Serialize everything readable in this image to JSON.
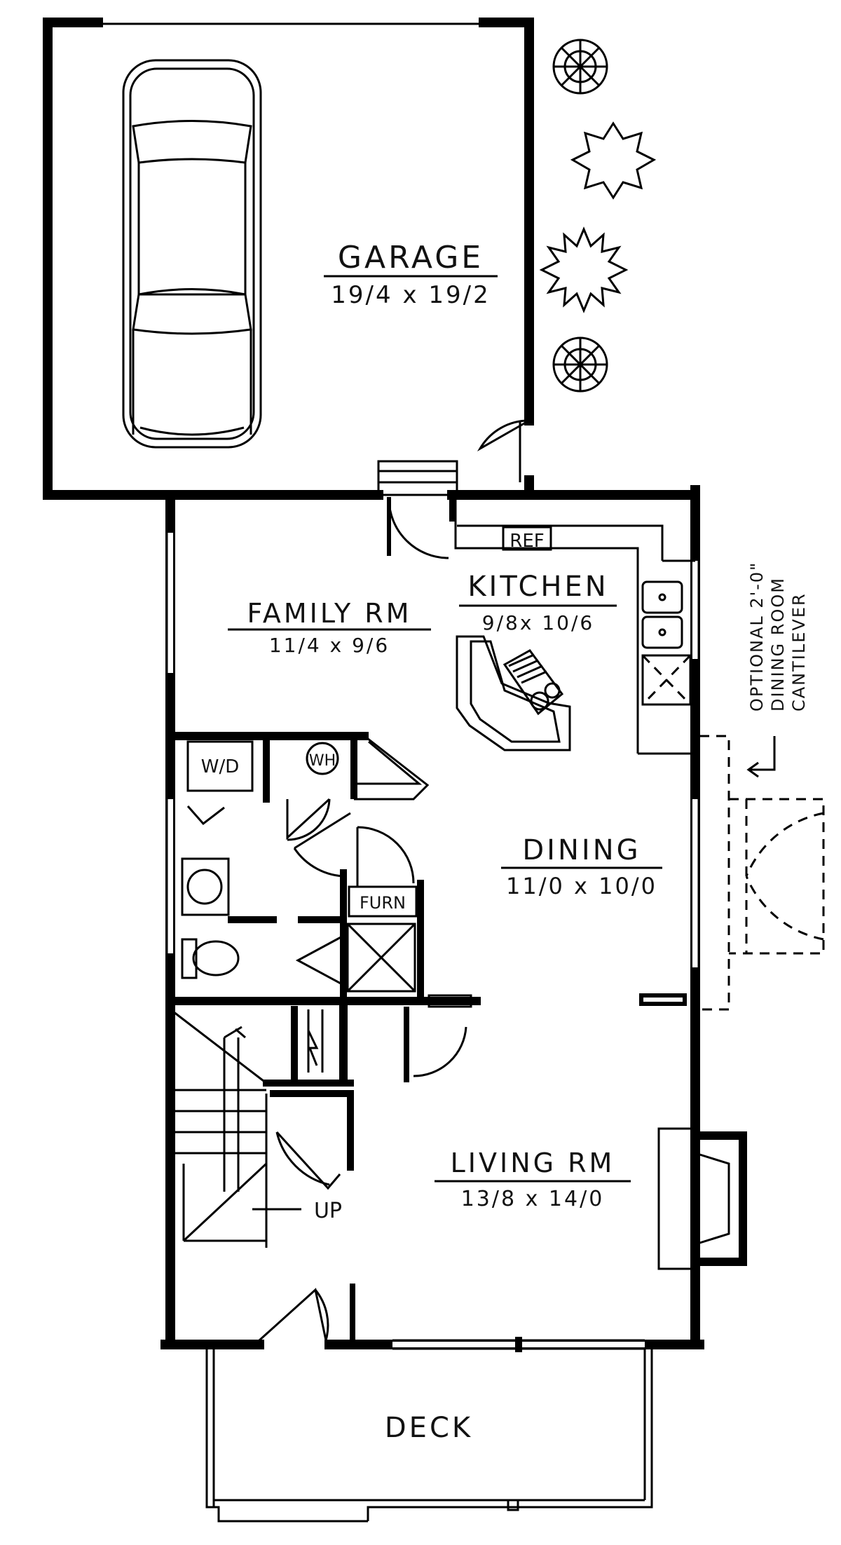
{
  "rooms": {
    "garage": {
      "name": "GARAGE",
      "dims": "19/4 x 19/2"
    },
    "family": {
      "name": "FAMILY RM",
      "dims": "11/4 x 9/6"
    },
    "kitchen": {
      "name": "KITCHEN",
      "dims": "9/8x 10/6"
    },
    "dining": {
      "name": "DINING",
      "dims": "11/0 x 10/0"
    },
    "living": {
      "name": "LIVING RM",
      "dims": "13/8 x 14/0"
    },
    "deck": {
      "name": "DECK"
    }
  },
  "fixtures": {
    "ref": "REF",
    "wd": "W/D",
    "wh": "WH",
    "furn": "FURN",
    "up": "UP"
  },
  "note": {
    "line1": "OPTIONAL 2'-0\"",
    "line2": "DINING ROOM",
    "line3": "CANTILEVER"
  }
}
